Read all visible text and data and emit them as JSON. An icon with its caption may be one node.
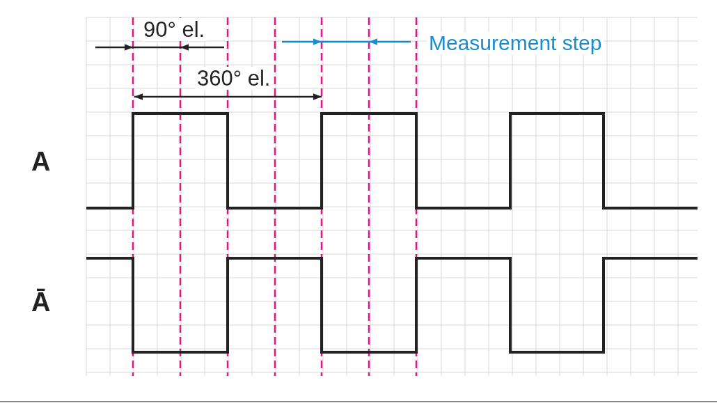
{
  "diagram": {
    "labels": [
      "90° el.",
      "Measurement step",
      "360° el.",
      "A",
      "Ā"
    ]
  }
}
